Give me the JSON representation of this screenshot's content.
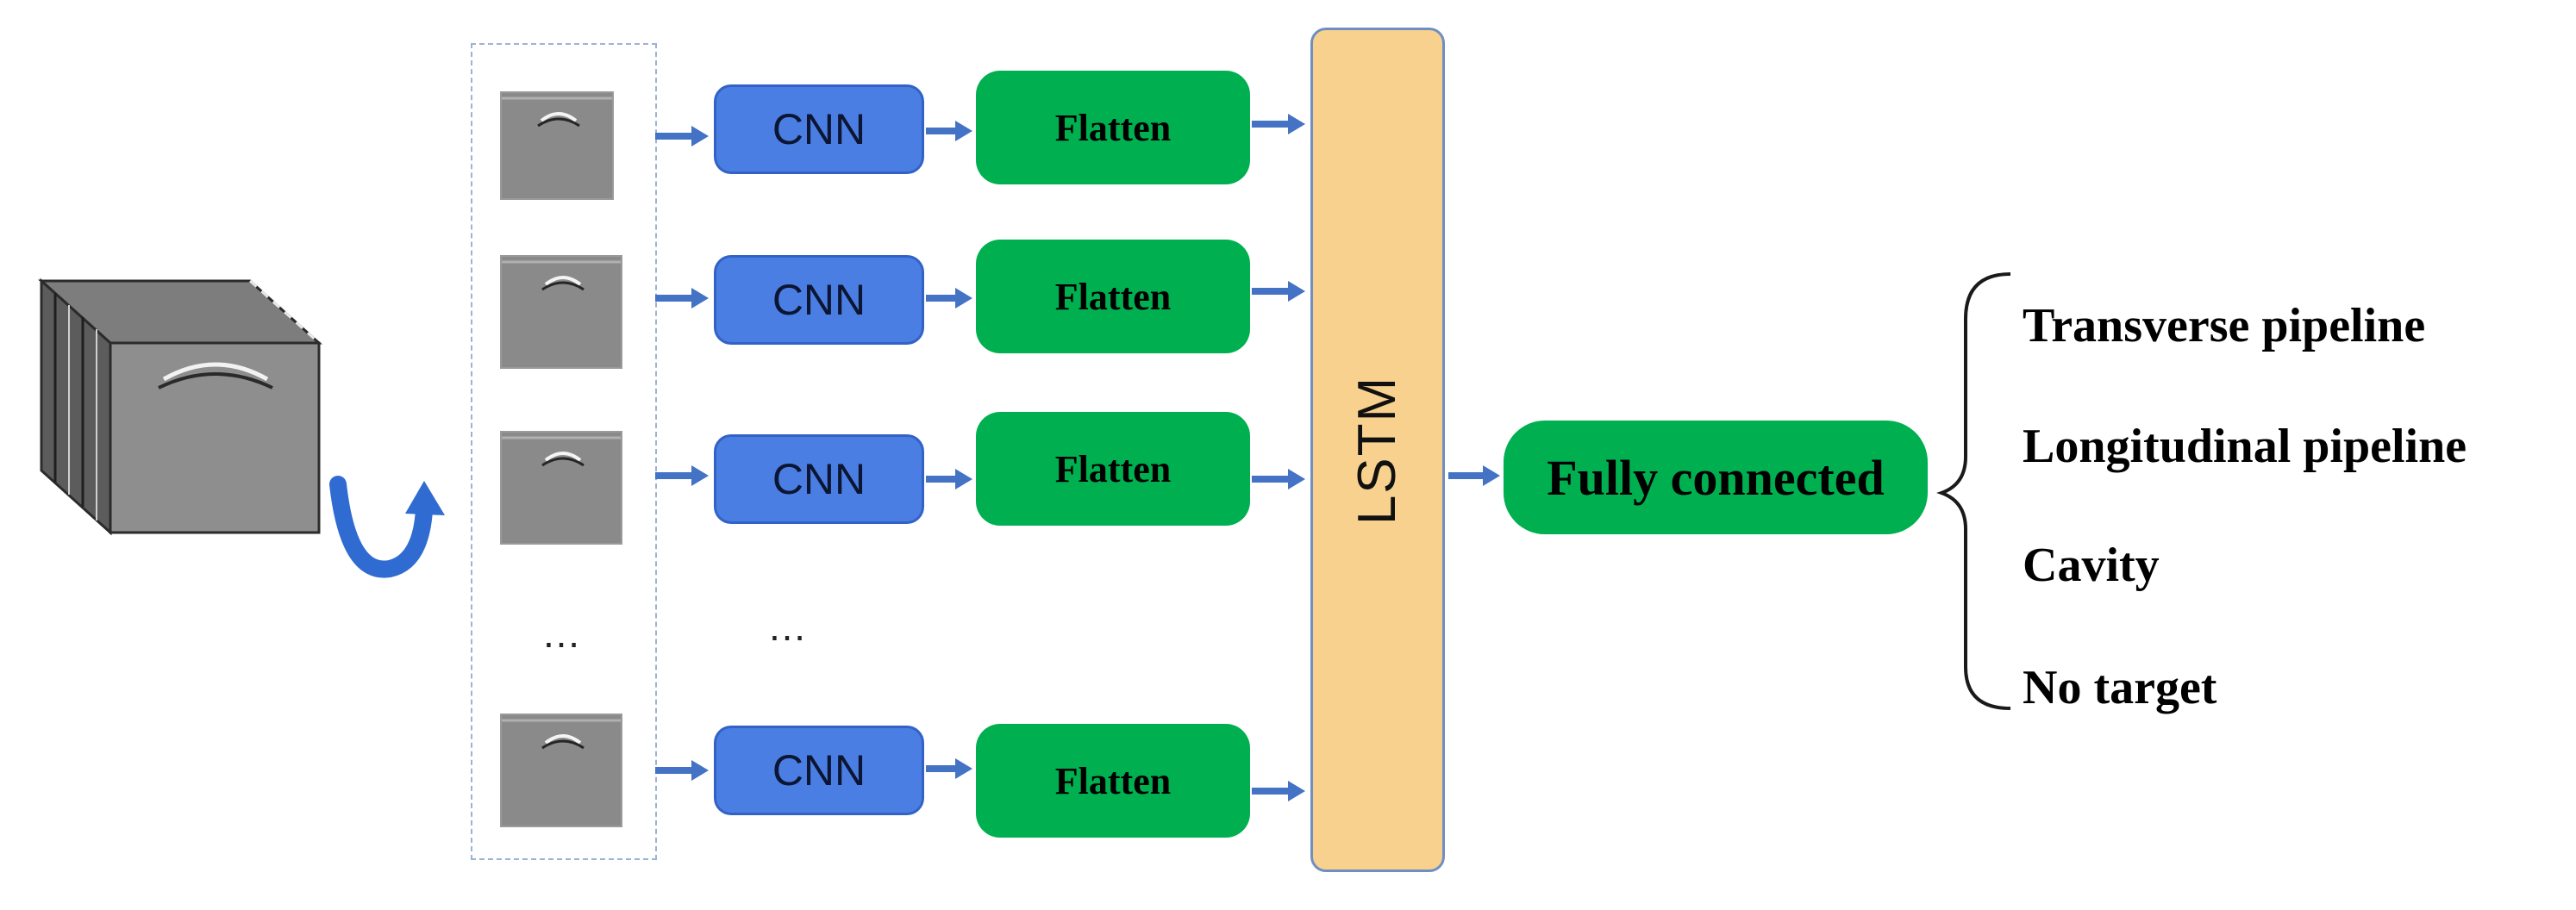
{
  "colors": {
    "cnn_fill": "#4a7ee3",
    "flatten_fill": "#00b050",
    "lstm_fill": "#f8d18f",
    "arrow": "#4472c4"
  },
  "icons": [
    "gpr-volume-cube-icon",
    "rotation-arrow-icon",
    "gpr-bscan-thumbnail-icon",
    "curly-brace-icon"
  ],
  "pipeline": {
    "rows": [
      {
        "cnn_label": "CNN",
        "flatten_label": "Flatten"
      },
      {
        "cnn_label": "CNN",
        "flatten_label": "Flatten"
      },
      {
        "cnn_label": "CNN",
        "flatten_label": "Flatten"
      },
      {
        "cnn_label": "CNN",
        "flatten_label": "Flatten"
      }
    ],
    "ellipsis_frames": "…",
    "ellipsis_cnn": "…",
    "lstm_label": "LSTM",
    "fc_label": "Fully connected"
  },
  "outputs": [
    "Transverse pipeline",
    "Longitudinal pipeline",
    "Cavity",
    "No target"
  ]
}
